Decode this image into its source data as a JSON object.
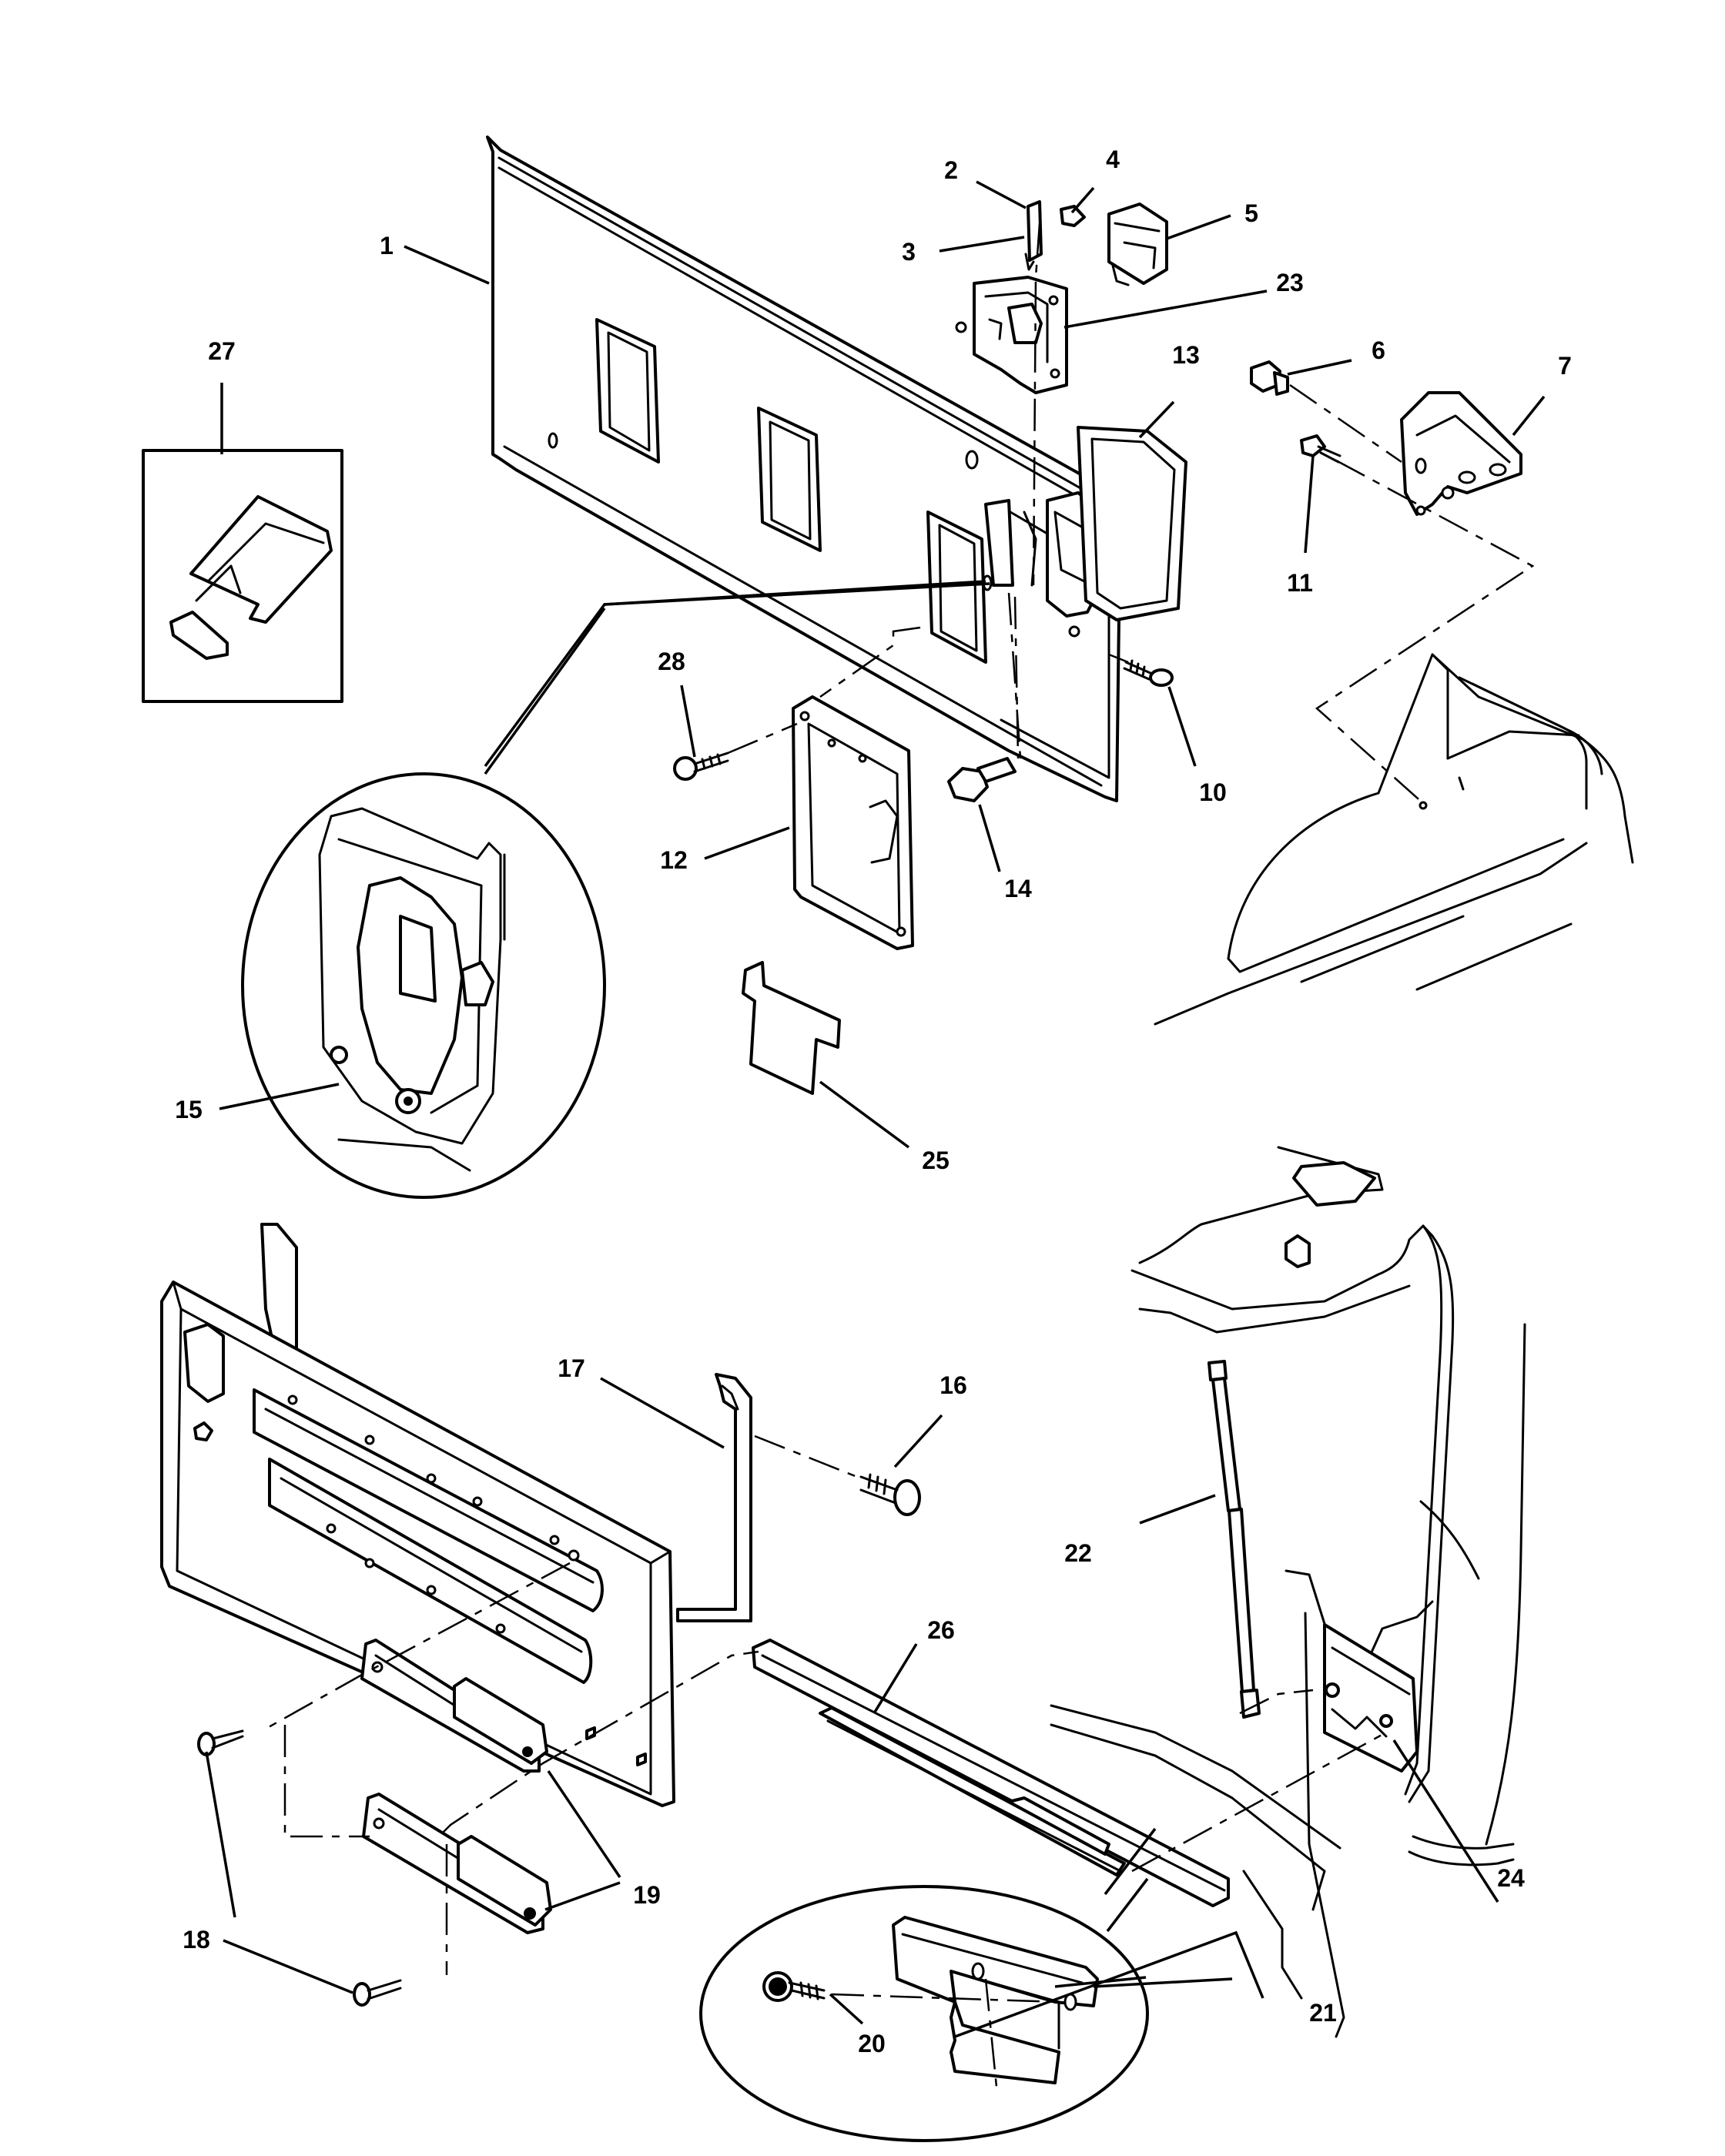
{
  "callouts": {
    "c1": "1",
    "c2": "2",
    "c3": "3",
    "c4": "4",
    "c5": "5",
    "c6": "6",
    "c7": "7",
    "c10": "10",
    "c11": "11",
    "c12": "12",
    "c13": "13",
    "c14": "14",
    "c15": "15",
    "c16": "16",
    "c17": "17",
    "c18": "18",
    "c19": "19",
    "c20": "20",
    "c21": "21",
    "c22": "22",
    "c23": "23",
    "c24": "24",
    "c25": "25",
    "c26": "26",
    "c27": "27",
    "c28": "28"
  }
}
